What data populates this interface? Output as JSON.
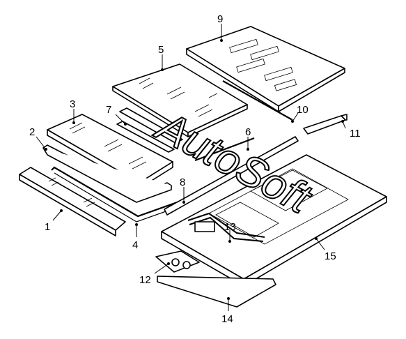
{
  "watermark": "AutoSoft",
  "labels": [
    "1",
    "2",
    "3",
    "4",
    "5",
    "6",
    "7",
    "8",
    "9",
    "10",
    "11",
    "12",
    "13",
    "14",
    "15"
  ]
}
